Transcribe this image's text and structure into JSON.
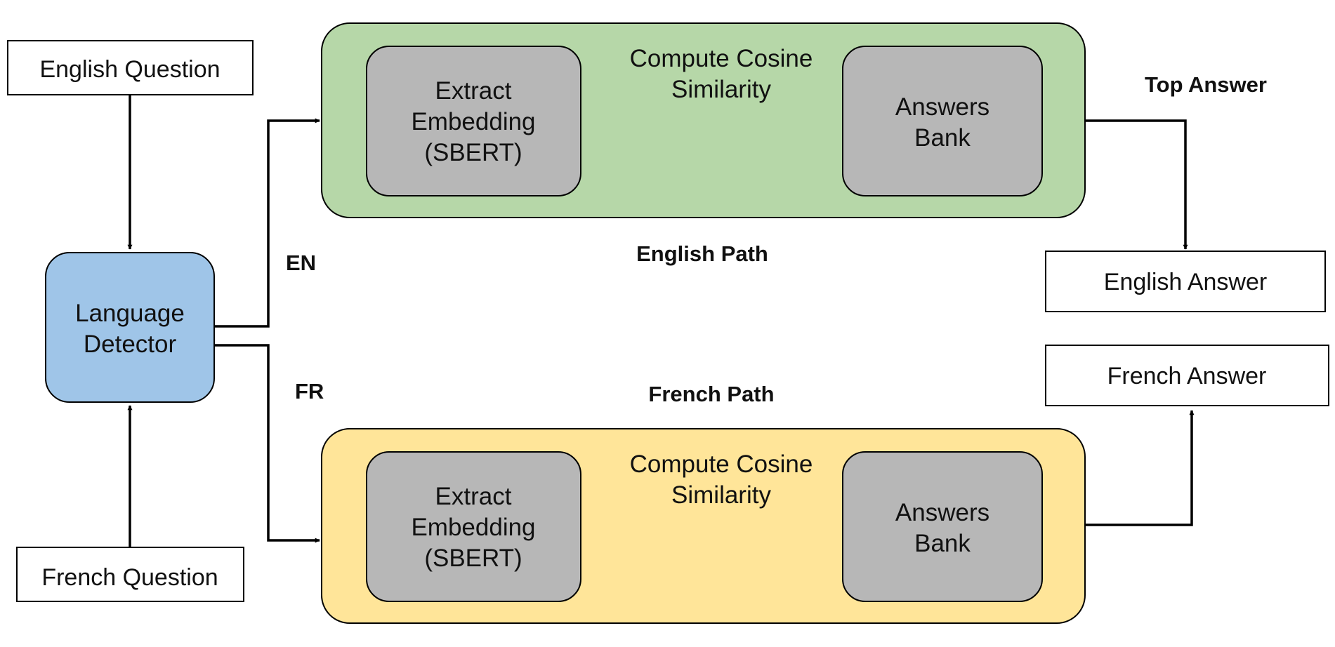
{
  "colors": {
    "background": "#ffffff",
    "stroke": "#000000",
    "english_path_fill": "#b6d7a8",
    "french_path_fill": "#ffe599",
    "inner_box_fill": "#b7b7b7",
    "language_detector_fill": "#9fc5e8",
    "io_box_fill": "#ffffff"
  },
  "inputs": {
    "english_question": "English Question",
    "french_question": "French Question"
  },
  "language_detector": {
    "lines": [
      "Language",
      "Detector"
    ]
  },
  "branch_labels": {
    "en": "EN",
    "fr": "FR"
  },
  "english_path": {
    "title": "English Path",
    "extract": [
      "Extract",
      "Embedding",
      "(SBERT)"
    ],
    "similarity": [
      "Compute Cosine",
      "Similarity"
    ],
    "bank": [
      "Answers",
      "Bank"
    ]
  },
  "french_path": {
    "title": "French Path",
    "extract": [
      "Extract",
      "Embedding",
      "(SBERT)"
    ],
    "similarity": [
      "Compute Cosine",
      "Similarity"
    ],
    "bank": [
      "Answers",
      "Bank"
    ]
  },
  "outputs": {
    "top_answer": "Top Answer",
    "english_answer": "English Answer",
    "french_answer": "French Answer"
  }
}
